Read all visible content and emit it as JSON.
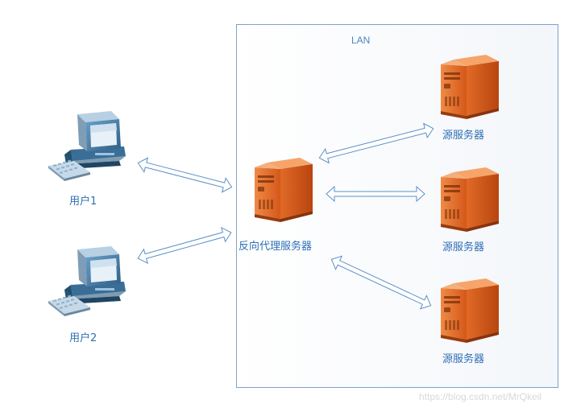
{
  "lan_label": "LAN",
  "clients": [
    {
      "label": "用户1",
      "icon": "desktop-computer-icon"
    },
    {
      "label": "用户2",
      "icon": "desktop-computer-icon"
    }
  ],
  "proxy": {
    "label": "反向代理服务器",
    "icon": "server-tower-icon"
  },
  "origins": [
    {
      "label": "源服务器",
      "icon": "server-tower-icon"
    },
    {
      "label": "源服务器",
      "icon": "server-tower-icon"
    },
    {
      "label": "源服务器",
      "icon": "server-tower-icon"
    }
  ],
  "watermark": "https://blog.csdn.net/MrQkeil",
  "colors": {
    "server_orange": "#e8702a",
    "label_blue": "#2e6fb5",
    "arrow_outline": "#5b8fc8",
    "lan_border": "#7ea3c9"
  }
}
